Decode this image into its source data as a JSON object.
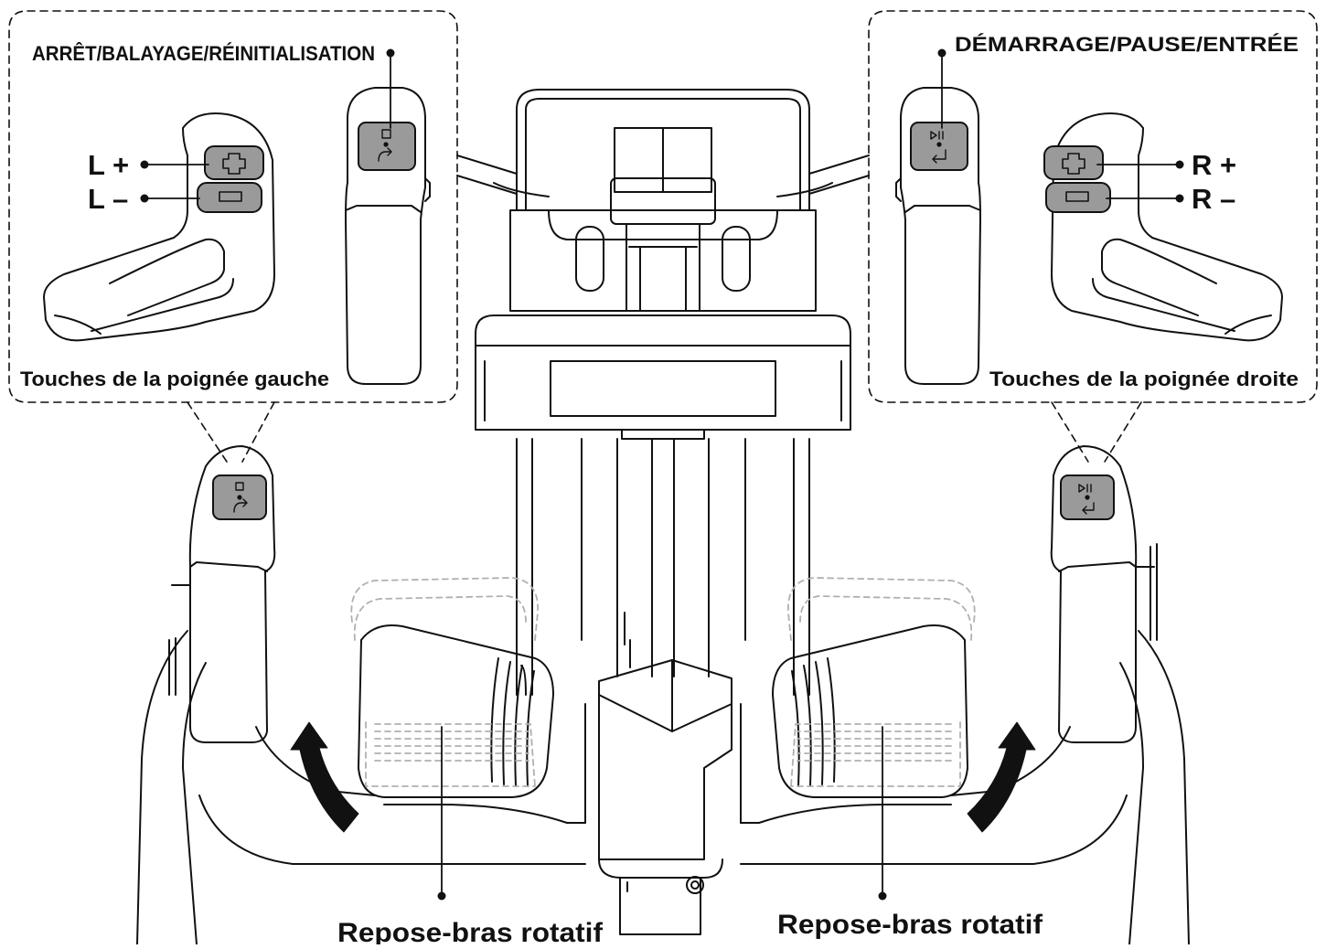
{
  "labels": {
    "stop_scan_reset": "ARRÊT/BALAYAGE/RÉINITIALISATION",
    "start_pause_enter": "DÉMARRAGE/PAUSE/ENTRÉE",
    "left_plus": "L +",
    "left_minus": "L –",
    "right_plus": "R +",
    "right_minus": "R –",
    "left_grip_keys": "Touches de la poignée gauche",
    "right_grip_keys": "Touches de la poignée droite",
    "armrest_left": "Repose-bras rotatif",
    "armrest_right": "Repose-bras rotatif"
  },
  "colors": {
    "line": "#111111",
    "button_fill": "#9a9a9a",
    "dashed_ghost": "#b0b0b0"
  }
}
